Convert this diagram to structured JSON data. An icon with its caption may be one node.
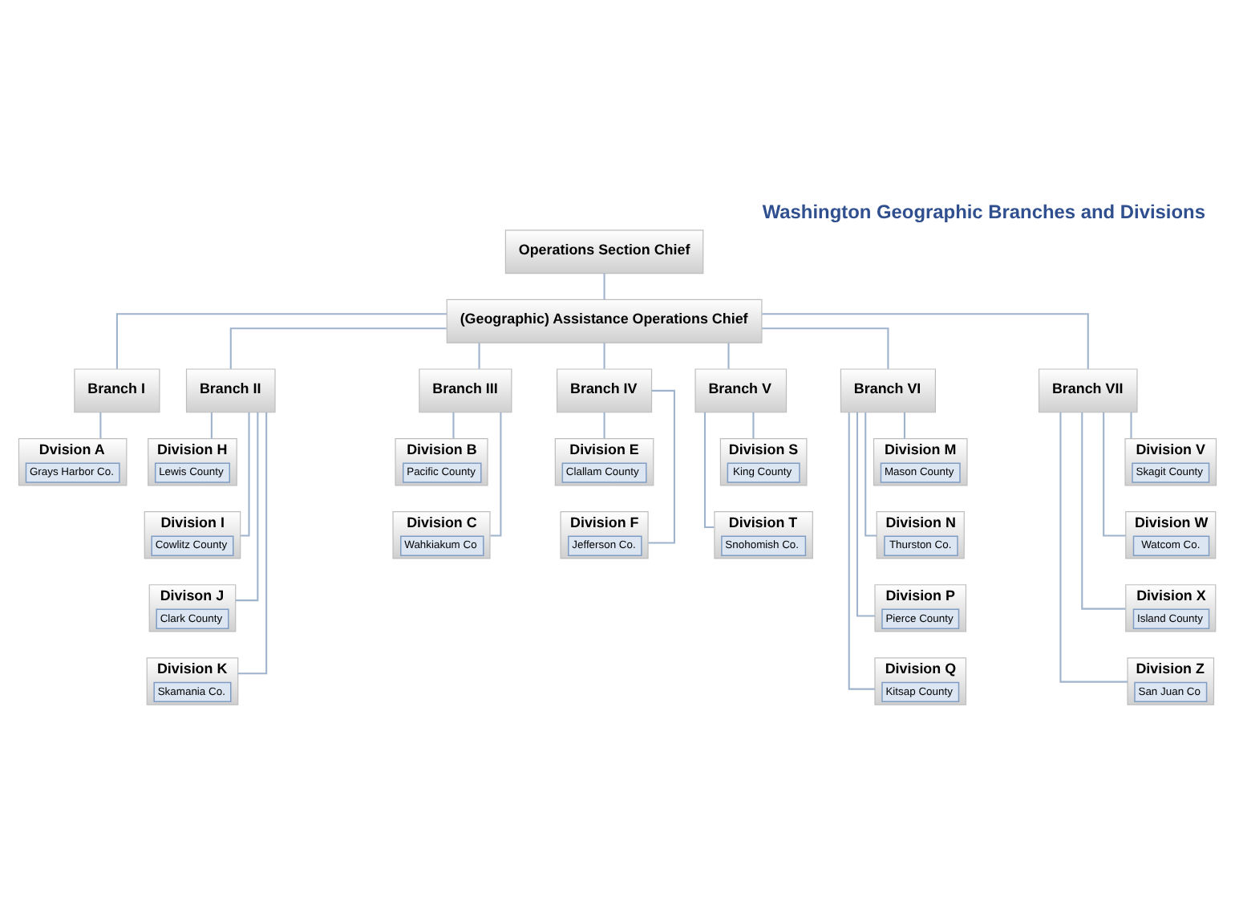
{
  "diagram": {
    "title": "Washington Geographic Branches and Divisions",
    "nodes": [
      {
        "text": [
          "Operations Section Chief"
        ]
      },
      {
        "text": [
          "(Geographic) Assistance Operations Chief"
        ]
      },
      {
        "text": [
          "Branch I"
        ]
      },
      {
        "text": [
          "Branch II"
        ]
      },
      {
        "text": [
          "Branch III"
        ]
      },
      {
        "text": [
          "Branch IV"
        ]
      },
      {
        "text": [
          "Branch V"
        ]
      },
      {
        "text": [
          "Branch VI"
        ]
      },
      {
        "text": [
          "Branch VII"
        ]
      },
      {
        "text": [
          "Dvision A",
          "Grays Harbor Co."
        ]
      },
      {
        "text": [
          "Division H",
          "Lewis County"
        ]
      },
      {
        "text": [
          "Division I",
          "Cowlitz County"
        ]
      },
      {
        "text": [
          "Divison J",
          "Clark County"
        ]
      },
      {
        "text": [
          "Division K",
          "Skamania Co."
        ]
      },
      {
        "text": [
          "Division B",
          "Pacific County"
        ]
      },
      {
        "text": [
          "Division C",
          "Wahkiakum Co"
        ]
      },
      {
        "text": [
          "Division E",
          "Clallam County"
        ]
      },
      {
        "text": [
          "Division F",
          "Jefferson Co."
        ]
      },
      {
        "text": [
          "Division S",
          "King County"
        ]
      },
      {
        "text": [
          "Division T",
          "Snohomish Co."
        ]
      },
      {
        "text": [
          "Division M",
          "Mason County"
        ]
      },
      {
        "text": [
          "Division N",
          "Thurston Co."
        ]
      },
      {
        "text": [
          "Division P",
          "Pierce County"
        ]
      },
      {
        "text": [
          "Division Q",
          "Kitsap County"
        ]
      },
      {
        "text": [
          "Division V",
          "Skagit County"
        ]
      },
      {
        "text": [
          "Division W",
          "Watcom Co."
        ]
      },
      {
        "text": [
          "Division X",
          "Island County"
        ]
      },
      {
        "text": [
          "Division Z",
          "San Juan Co"
        ]
      }
    ],
    "edges": [
      {
        "from": 0,
        "to": 1,
        "arrow": "none"
      },
      {
        "from": 1,
        "to": 2,
        "arrow": "none"
      },
      {
        "from": 1,
        "to": 3,
        "arrow": "none"
      },
      {
        "from": 1,
        "to": 4,
        "arrow": "none"
      },
      {
        "from": 1,
        "to": 5,
        "arrow": "none"
      },
      {
        "from": 1,
        "to": 6,
        "arrow": "none"
      },
      {
        "from": 1,
        "to": 7,
        "arrow": "none"
      },
      {
        "from": 1,
        "to": 8,
        "arrow": "none"
      },
      {
        "from": 2,
        "to": 9,
        "arrow": "none"
      },
      {
        "from": 3,
        "to": 10,
        "arrow": "none"
      },
      {
        "from": 3,
        "to": 11,
        "arrow": "none"
      },
      {
        "from": 3,
        "to": 12,
        "arrow": "none"
      },
      {
        "from": 3,
        "to": 13,
        "arrow": "none"
      },
      {
        "from": 4,
        "to": 14,
        "arrow": "none"
      },
      {
        "from": 4,
        "to": 15,
        "arrow": "none"
      },
      {
        "from": 5,
        "to": 16,
        "arrow": "none"
      },
      {
        "from": 5,
        "to": 17,
        "arrow": "none"
      },
      {
        "from": 6,
        "to": 18,
        "arrow": "none"
      },
      {
        "from": 6,
        "to": 19,
        "arrow": "none"
      },
      {
        "from": 7,
        "to": 20,
        "arrow": "none"
      },
      {
        "from": 7,
        "to": 21,
        "arrow": "none"
      },
      {
        "from": 7,
        "to": 22,
        "arrow": "none"
      },
      {
        "from": 7,
        "to": 23,
        "arrow": "none"
      },
      {
        "from": 8,
        "to": 24,
        "arrow": "none"
      },
      {
        "from": 8,
        "to": 25,
        "arrow": "none"
      },
      {
        "from": 8,
        "to": 26,
        "arrow": "none"
      },
      {
        "from": 8,
        "to": 27,
        "arrow": "none"
      }
    ]
  }
}
